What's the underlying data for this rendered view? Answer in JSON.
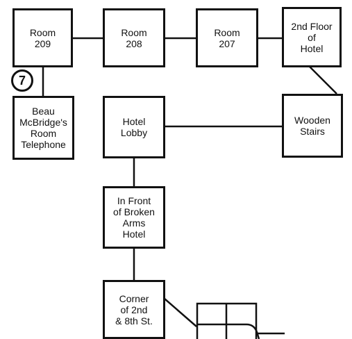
{
  "rooms": {
    "room_209": "Room\n209",
    "room_208": "Room\n208",
    "room_207": "Room\n207",
    "second_floor": "2nd Floor\nof\nHotel",
    "telephone": "Beau\nMcBridge's\nRoom\nTelephone",
    "hotel_lobby": "Hotel\nLobby",
    "wooden_stairs": "Wooden\nStairs",
    "front_of_hotel": "In Front\nof Broken\nArms\nHotel",
    "corner": "Corner\nof 2nd\n& 8th St."
  },
  "marker": {
    "number": "7"
  }
}
